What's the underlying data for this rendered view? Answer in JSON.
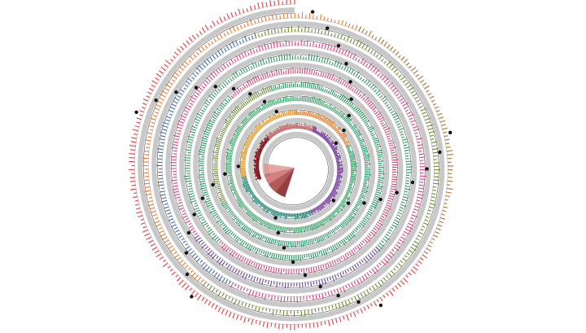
{
  "figure": {
    "type": "spiral tree of life",
    "clades": [
      {
        "color": "#8b1a1a",
        "share": 0.02
      },
      {
        "color": "#c76a6a",
        "share": 0.02
      },
      {
        "color": "#7a3ea0",
        "share": 0.04
      },
      {
        "color": "#1f8a7a",
        "share": 0.03
      },
      {
        "color": "#e09a20",
        "share": 0.03
      },
      {
        "color": "#e87a20",
        "share": 0.02
      },
      {
        "color": "#2aa060",
        "share": 0.1
      },
      {
        "color": "#1e9a6a",
        "share": 0.06
      },
      {
        "color": "#6a8a30",
        "share": 0.03
      },
      {
        "color": "#1a9a5a",
        "share": 0.1
      },
      {
        "color": "#e0407a",
        "share": 0.08
      },
      {
        "color": "#2a9a60",
        "share": 0.08
      },
      {
        "color": "#6a40a0",
        "share": 0.03
      },
      {
        "color": "#e83a80",
        "share": 0.1
      },
      {
        "color": "#3a6ab0",
        "share": 0.04
      },
      {
        "color": "#6a8a2a",
        "share": 0.07
      },
      {
        "color": "#e8782a",
        "share": 0.05
      },
      {
        "color": "#b07030",
        "share": 0.03
      },
      {
        "color": "#e83a3a",
        "share": 0.07
      }
    ]
  }
}
